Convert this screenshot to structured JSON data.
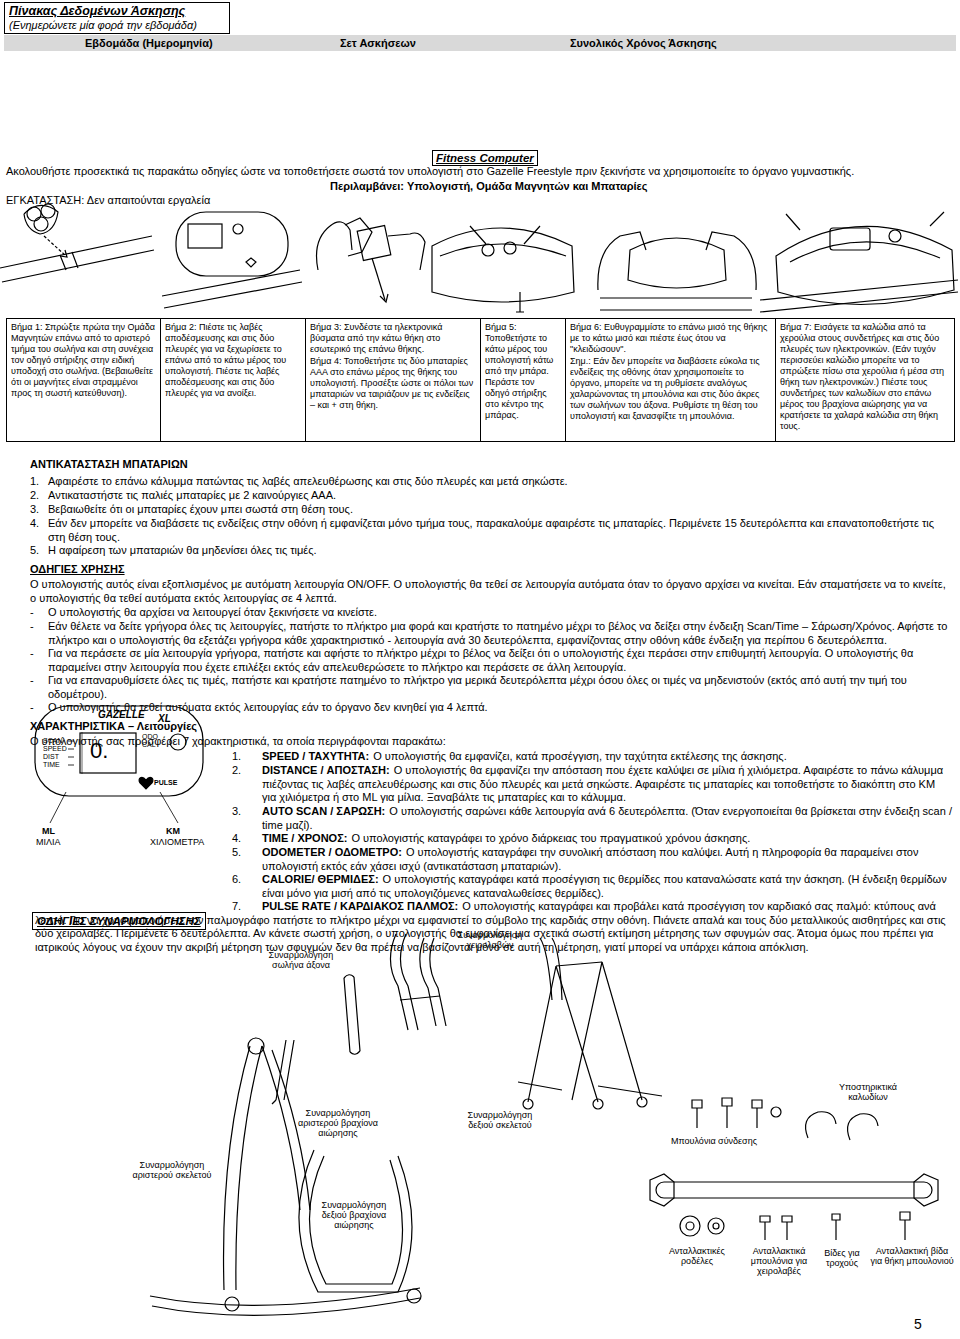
{
  "diagram": {
    "nodes": [
      {
        "text": [
          "Πίνακας Δεδομένων Άσκησης",
          "(Ενημερώνετε μία φορά την εβδομάδα)"
        ]
      },
      {
        "text": [
          "Fitness Computer"
        ]
      },
      {
        "text": [
          "Βήμα 1: Σπρώξτε πρώτα την Ομάδα Μαγνητών επάνω από το αριστερό τμήμα του σωλήνα και στη συνέχεια τον οδηγό στήριξης στην ειδική υποδοχή στο σωλήνα. (Βεβαιωθείτε ότι οι μαγνήτες είναι στραμμένοι προς τη σωστή κατεύθυνση)."
        ]
      },
      {
        "text": [
          "Βήμα 2: Πιέστε τις λαβές αποδέσμευσης και στις δύο πλευρές για να ξεχωρίσετε το επάνω από το κάτω μέρος του υπολογιστή. Πιέστε τις λαβές αποδέσμευσης και στις δύο πλευρές για να ανοίξει."
        ]
      },
      {
        "text": [
          "Βήμα 3: Συνδέστε τα ηλεκτρονικά βύσματα από την κάτω θήκη στο εσωτερικό της επάνω θήκης.",
          "Βήμα 4: Τοποθετήστε τις δύο μπαταρίες ΑΑΑ στο επάνω μέρος της θήκης του υπολογιστή. Προσέξτε ώστε οι πόλοι των μπαταριών να ταιριάζουν με τις ενδείξεις – και + στη θήκη."
        ]
      },
      {
        "text": [
          "Βήμα 5: Τοποθετήστε το κάτω μέρος του υπολογιστή κάτω από την μπάρα. Περάστε τον οδηγό στήριξης στο κέντρο της μπάρας."
        ]
      },
      {
        "text": [
          "Βήμα 6: Ευθυγραμμίστε το επάνω μισό της θήκης με το κάτω μισό και πιέστε έως ότου να \"κλειδώσουν\".",
          "Σημ.: Εάν δεν μπορείτε να διαβάσετε εύκολα τις ενδείξεις της οθόνης όταν χρησιμοποιείτε το όργανο, μπορείτε να τη ρυθμίσετε αναλόγως χαλαρώνοντας τη μπουλόνια και στις δύο άκρες των σωλήνων του άξονα. Ρυθμίστε τη θέση του υπολογιστή και ξανασφίξτε τη μπουλόνια."
        ]
      },
      {
        "text": [
          "Βήμα 7: Εισάγετε τα καλώδια από τα χερούλια στους συνδετήρες και στις δύο πλευρές των ηλεκτρονικών. (Εάν τυχόν περισσεύει καλώδιο μπορείτε να το σπρώξετε πίσω στα χερούλια ή μέσα στη θήκη των ηλεκτρονικών.) Πιέστε τους συνδετήρες των καλωδίων στο επάνω μέρος του βραχίονα αιώρησης για να κρατήσετε τα χαλαρά καλώδια στη θήκη τους."
        ]
      },
      {
        "text": [
          "ΟΔΗΓΙΕΣ ΣΥΝΑΡΜΟΛΟΓΗΣΗΣ"
        ]
      }
    ],
    "labels": [
      "Εβδομάδα (Ημερομηνία)",
      "Σετ Ασκήσεων",
      "Συνολικός Χρόνος Άσκησης",
      "Ακολουθήστε προσεκτικά τις παρακάτω οδηγίες ώστε να τοποθετήσετε σωστά τον υπολογιστή στο Gazelle Freestyle πριν ξεκινήστε να χρησιμοποιείτε το όργανο γυμναστικής.",
      "Περιλαμβάνει: Υπολογιστή, Ομάδα Μαγνητών και Μπαταρίες",
      "ΕΓΚΑΤΑΣΤΑΣΗ: Δεν απαιτούνται εργαλεία",
      "ΑΝΤΙΚΑΤΑΣΤΑΣΗ ΜΠΑΤΑΡΙΩΝ",
      "1.",
      "Αφαιρέστε το επάνω κάλυμμα πατώντας τις λαβές απελευθέρωσης και στις δύο πλευρές και μετά σηκώστε.",
      "2.",
      "Αντικαταστήστε τις παλιές μπαταρίες με 2 καινούργιες ΑΑΑ.",
      "3.",
      "Βεβαιωθείτε ότι οι μπαταρίες έχουν μπει σωστά στη θέση τους.",
      "4.",
      "Εάν δεν μπορείτε να διαβάσετε τις ενδείξεις στην οθόνη ή εμφανίζεται μόνο τμήμα τους, παρακαλούμε αφαιρέστε τις μπαταρίες. Περιμένετε 15 δευτερόλεπτα και επανατοποθετήστε τις στη θέση τους.",
      "5.",
      "Η αφαίρεση των μπαταριών θα μηδενίσει όλες τις τιμές.",
      "ΟΔΗΓΙΕΣ ΧΡΗΣΗΣ",
      "Ο υπολογιστής αυτός είναι εξοπλισμένος με αυτόματη λειτουργία ON/OFF. Ο υπολογιστής θα τεθεί σε λειτουργία αυτόματα όταν το όργανο αρχίσει να κινείται. Εάν σταματήσετε να το κινείτε, ο υπολογιστής θα τεθεί αυτόματα εκτός λειτουργίας σε 4 λεπτά.",
      "-",
      "Ο υπολογιστής θα αρχίσει να λειτουργεί όταν ξεκινήσετε να κινείστε.",
      "-",
      "Εάν θέλετε να δείτε γρήγορα όλες τις λειτουργίες, πατήστε το πλήκτρο μια φορά και κρατήστε το πατημένο μέχρι το βέλος να δείξει στην ένδειξη Scan/Time – Σάρωση/Χρόνος. Αφήστε το πλήκτρο και ο υπολογιστής θα εξετάζει γρήγορα κάθε χαρακτηριστικό - λειτουργία ανά 30 δευτερόλεπτα, εμφανίζοντας στην οθόνη κάθε ένδειξη για περίπου 6 δευτερόλεπτα.",
      "-",
      "Για να περάσετε σε μία λειτουργία γρήγορα, πατήστε και αφήστε το πλήκτρο μέχρι το βέλος να δείξει ότι ο υπολογιστής έχει περάσει στην επιθυμητή λειτουργία. Ο υπολογιστής θα παραμείνει στην λειτουργία που έχετε επιλέξει εκτός εάν απελευθερώσετε το πλήκτρο και περάσετε σε άλλη λειτουργία.",
      "-",
      "Για να επαναρυθμίσετε όλες τις τιμές, πατήστε και κρατήστε πατημένο το πλήκτρο για μερικά δευτερόλεπτα μέχρι όσου όλες οι τιμές να μηδενιστούν (εκτός από αυτή την τιμή του οδομέτρου).",
      "-",
      "Ο υπολογιστής θα τεθεί αυτόματα εκτός λειτουργίας εάν το όργανο δεν κινηθεί για 4 λεπτά.",
      "ΧΑΡΑΚΤΗΡΙΣΤΙΚΑ – Λειτουργίες",
      "Ο υπολογιστής σας προσφέρει 7 χαρακτηριστικά, τα οποία περιγράφονται παρακάτω:",
      "1.",
      "SPEED / ΤΑΧΥΤΗΤΑ:",
      "Ο υπολογιστής θα εμφανίζει, κατά προσέγγιση, την ταχύτητα εκτέλεσης της άσκησης.",
      "2.",
      "DISTANCE / ΑΠΟΣΤΑΣΗ:",
      "Ο υπολογιστής θα εμφανίζει την απόσταση που έχετε καλύψει σε μίλια ή χιλιόμετρα. Αφαιρέστε το πάνω κάλυμμα πιέζοντας τις λαβές απελευθέρωσης και στις δύο πλευρές και μετά σηκώστε. Αφαιρέστε τις μπαταρίες και τοποθετήστε το διακόπτη στο ΚΜ για χιλιόμετρα ή στο ML για μίλια. Ξαναβάλτε τις μπαταρίες και το κάλυμμα.",
      "3.",
      "AUTO SCAN / ΣΑΡΩΣΗ:",
      "Ο υπολογιστής σαρώνει κάθε λειτουργία ανά 6 δευτερόλεπτα. (Όταν ενεργοποιείται θα βρίσκεται στην ένδειξη scan / time μαζί).",
      "4.",
      "TIME / ΧΡΟΝΟΣ:",
      "Ο υπολογιστής καταγράφει το χρόνο διάρκειας του πραγματικού χρόνου άσκησης.",
      "5.",
      "ODOMETER / ΟΔΟΜΕΤΡΟ:",
      "Ο υπολογιστής καταγράφει την συνολική απόσταση που καλύψει. Αυτή η πληροφορία θα παραμείνει στον υπολογιστή εκτός εάν χάσει ισχύ (αντικατάσταση μπαταριών).",
      "6.",
      "CALORIE/ ΘΕΡΜΙΔΕΣ:",
      "Ο υπολογιστής καταγράφει κατά προσέγγιση τις θερμίδες που καταναλώσατε κατά την άσκηση. (Η ένδειξη θερμίδων είναι μόνο για μισή από τις υπολογιζόμενες καταναλωθείσες θερμίδες).",
      "7.",
      "PULSE RATE / ΚΑΡΔΙΑΚΟΣ ΠΑΛΜΟΣ:",
      "Ο υπολογιστής καταγράφει και προβάλει κατά προσέγγιση τον καρδιακό σας παλμό: κτύπους ανά λεπτό. Για να χρησιμοποιήσετε τον παλμογράφο πατήστε το πλήκτρο μέχρι να εμφανιστεί το σύμβολο της καρδιάς στην οθόνη. Πιάνετε απαλά και τους δύο μεταλλικούς αισθητήρες και στις δύο χειρολαβές. Περιμένετε 6 δευτερόλεπτα. Αν κάνετε σωστή χρήση, ο υπολογιστής θα εμφανίσει μια σχετικά σωστή εκτίμηση μέτρησης των σφυγμών σας. Άτομα όμως που πρέπει για ιατρικούς λόγους να έχουν την ακριβή μέτρηση των σφυγμών δεν θα πρέπει να βασίζονται μόνο σε αυτή τη μέτρηση, γιατί μπορεί να υπάρχει κάποια απόκλιση.",
      "SCAN",
      "SPEED",
      "DIST",
      "TIME",
      "0.",
      "ODO",
      "CAL",
      "PULSE",
      "GAZELLE",
      "XL",
      "ML",
      "ΜΙΛΙΑ",
      "KM",
      "ΧΙΛΙΟΜΕΤΡΑ",
      "Συναρμολόγηση σωλήνα άξονα",
      "Συναρμολόγηση χειρολαβών",
      "Συναρμολόγηση αριστερού βραχίονα αιώρησης",
      "Συναρμολόγηση αριστερού σκελετού",
      "Συναρμολόγηση δεξιού σκελετού",
      "Συναρμολόγηση δεξιού βραχίονα αιώρησης",
      "Υποστηρικτικά καλωδίων",
      "Μπουλόνια σύνδεσης",
      "Ανταλλακτικές ροδέλες",
      "Ανταλλακτικά μπουλόνια για χειρολαβές",
      "Βίδες για τροχούς",
      "Ανταλλακτική βίδα για θήκη μπουλονιού",
      "5"
    ]
  }
}
